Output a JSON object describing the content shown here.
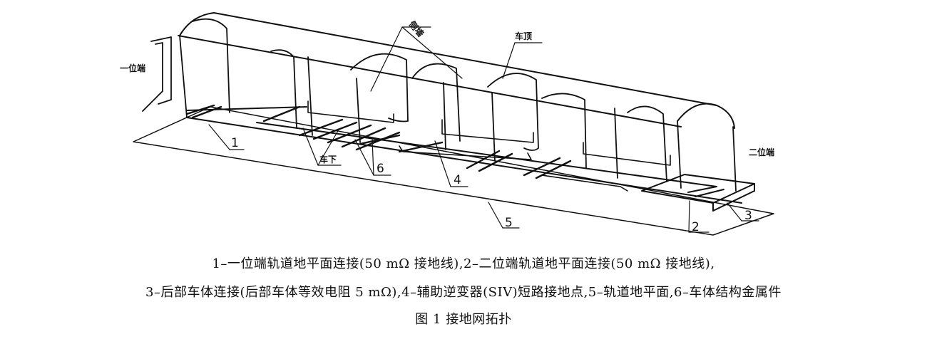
{
  "diagram": {
    "labels": {
      "end_one": "一位端",
      "end_two": "二位端",
      "side_wall": "侧墙",
      "roof": "车顶",
      "under_car": "车下",
      "n1": "1",
      "n2": "2",
      "n3": "3",
      "n4": "4",
      "n5": "5",
      "n6": "6"
    }
  },
  "caption": {
    "line1": "1–一位端轨道地平面连接(50 mΩ 接地线),2–二位端轨道地平面连接(50 mΩ 接地线),",
    "line2": "3–后部车体连接(后部车体等效电阻 5 mΩ),4–辅助逆变器(SIV)短路接地点,5–轨道地平面,6–车体结构金属件",
    "title": "图 1  接地网拓扑"
  }
}
